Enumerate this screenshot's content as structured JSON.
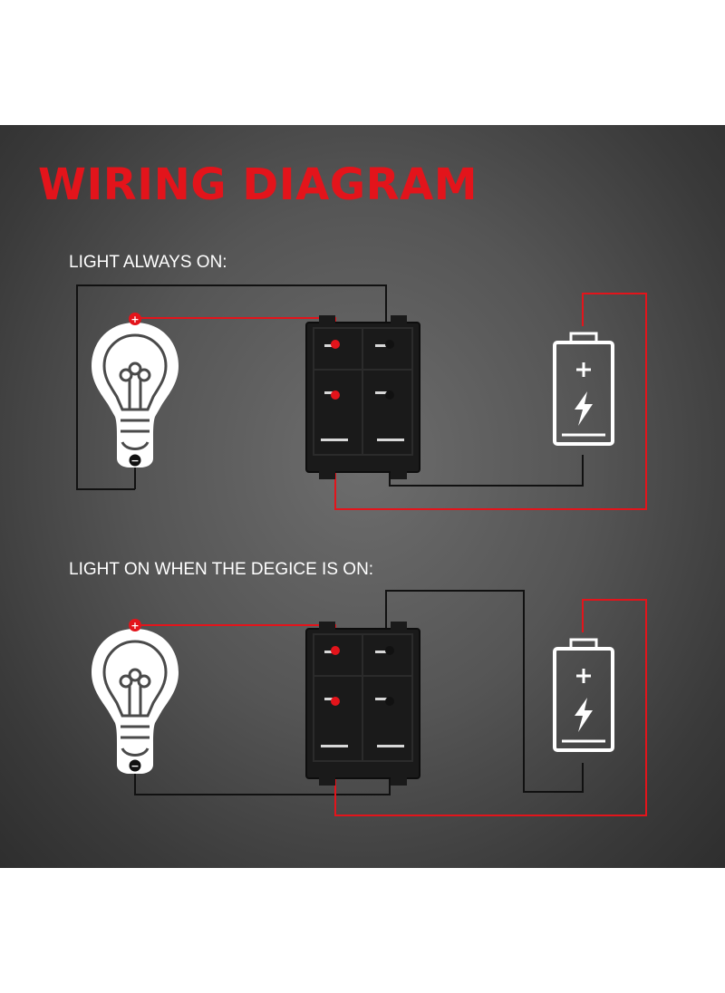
{
  "title": "WIRING DIAGRAM",
  "diagrams": [
    {
      "label": "LIGHT ALWAYS ON:"
    },
    {
      "label": "LIGHT ON WHEN THE DEGICE IS ON:"
    }
  ],
  "symbols": {
    "plus": "+",
    "minus": "−"
  },
  "colors": {
    "title": "#e3141b",
    "positive_wire": "#e3141b",
    "negative_wire": "#111111",
    "switch_body": "#1a1a1a",
    "icon": "#ffffff"
  },
  "icons": [
    "light-bulb-icon",
    "battery-icon",
    "lightning-bolt-icon",
    "rocker-switch"
  ]
}
